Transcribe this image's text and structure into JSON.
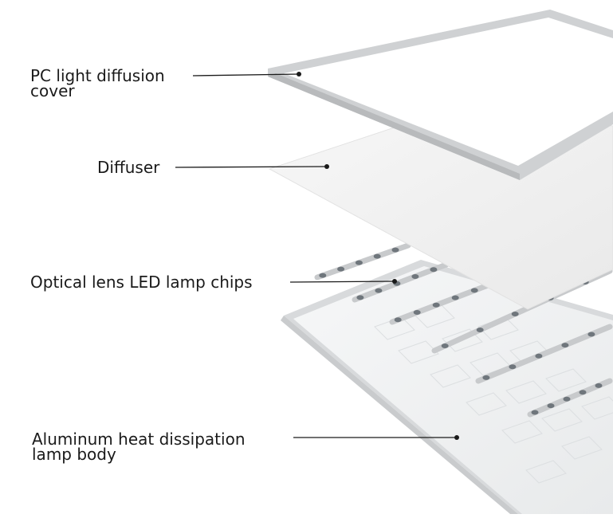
{
  "labels": {
    "cover_line1": "PC light diffusion",
    "cover_line2": "cover",
    "diffuser": "Diffuser",
    "chips": "Optical lens LED lamp chips",
    "body_line1": "Aluminum heat dissipation",
    "body_line2": "lamp body"
  },
  "colors": {
    "frame": "#c9cbcd",
    "diffuser": "#f1f1f1",
    "body": "#eef0f1",
    "strip": "#c8cacc",
    "led": "#6f767c",
    "leader": "#1a1a1a"
  }
}
